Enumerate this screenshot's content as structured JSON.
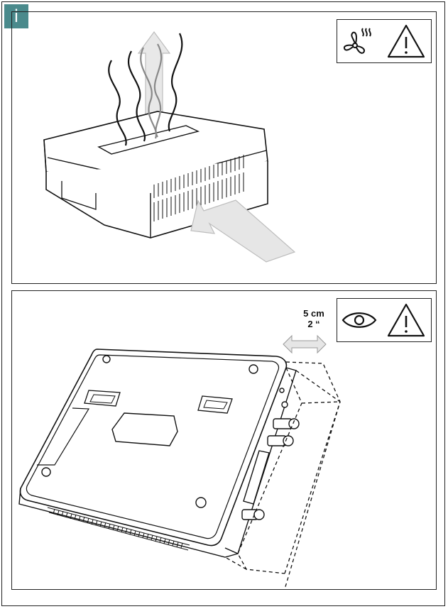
{
  "info_tag": {
    "label": "i"
  },
  "panel_top": {
    "icons": [
      "fan-heat-icon",
      "warning-triangle-icon"
    ],
    "illustration": "device-ventilation-airflow"
  },
  "panel_bottom": {
    "icons": [
      "eye-icon",
      "warning-triangle-icon"
    ],
    "illustration": "device-clearance-underside",
    "clearance_metric": "5 cm",
    "clearance_imperial": "2 “"
  },
  "colors": {
    "tag": "#4a8a8c",
    "line": "#111111",
    "arrow_fill": "#e6e6e6"
  }
}
